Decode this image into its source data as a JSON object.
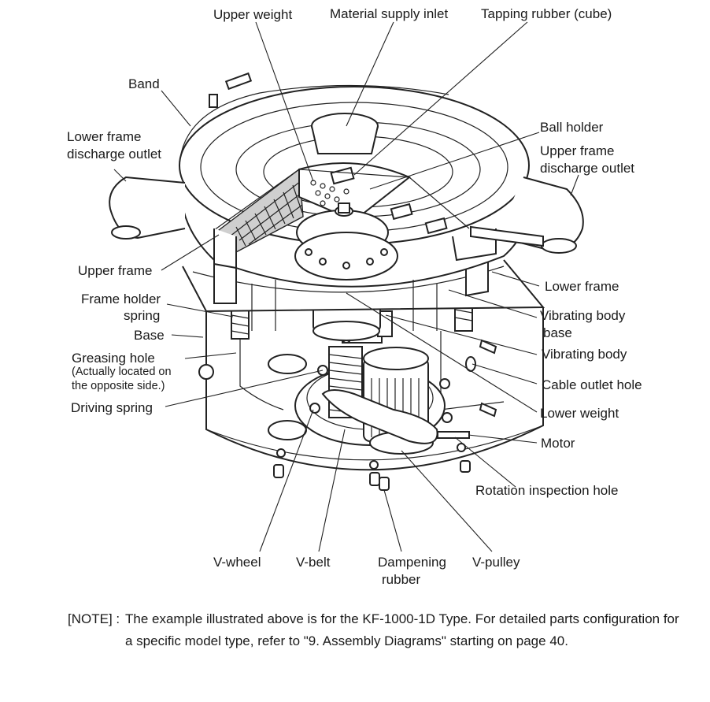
{
  "labels": {
    "upper_weight": "Upper weight",
    "material_supply_inlet": "Material supply inlet",
    "tapping_rubber": "Tapping rubber (cube)",
    "band": "Band",
    "ball_holder": "Ball holder",
    "lower_frame_discharge_1": "Lower frame",
    "lower_frame_discharge_2": "discharge outlet",
    "upper_frame_discharge_1": "Upper frame",
    "upper_frame_discharge_2": "discharge outlet",
    "upper_frame": "Upper frame",
    "lower_frame": "Lower frame",
    "frame_holder_spring_1": "Frame holder",
    "frame_holder_spring_2": "spring",
    "vibrating_body_base_1": "Vibrating body",
    "vibrating_body_base_2": "base",
    "base": "Base",
    "vibrating_body": "Vibrating body",
    "greasing_hole": "Greasing hole",
    "greasing_hole_note_1": "(Actually located on",
    "greasing_hole_note_2": "the opposite side.)",
    "cable_outlet_hole": "Cable outlet hole",
    "driving_spring": "Driving spring",
    "lower_weight": "Lower weight",
    "motor": "Motor",
    "rotation_inspection_hole": "Rotation inspection hole",
    "v_wheel": "V-wheel",
    "v_belt": "V-belt",
    "dampening_rubber_1": "Dampening",
    "dampening_rubber_2": "rubber",
    "v_pulley": "V-pulley"
  },
  "note": {
    "tag": "[NOTE] :",
    "text": "The example illustrated above is for the KF-1000-1D Type. For detailed parts configuration for a specific model type, refer to \"9. Assembly Diagrams\" starting on page 40."
  }
}
